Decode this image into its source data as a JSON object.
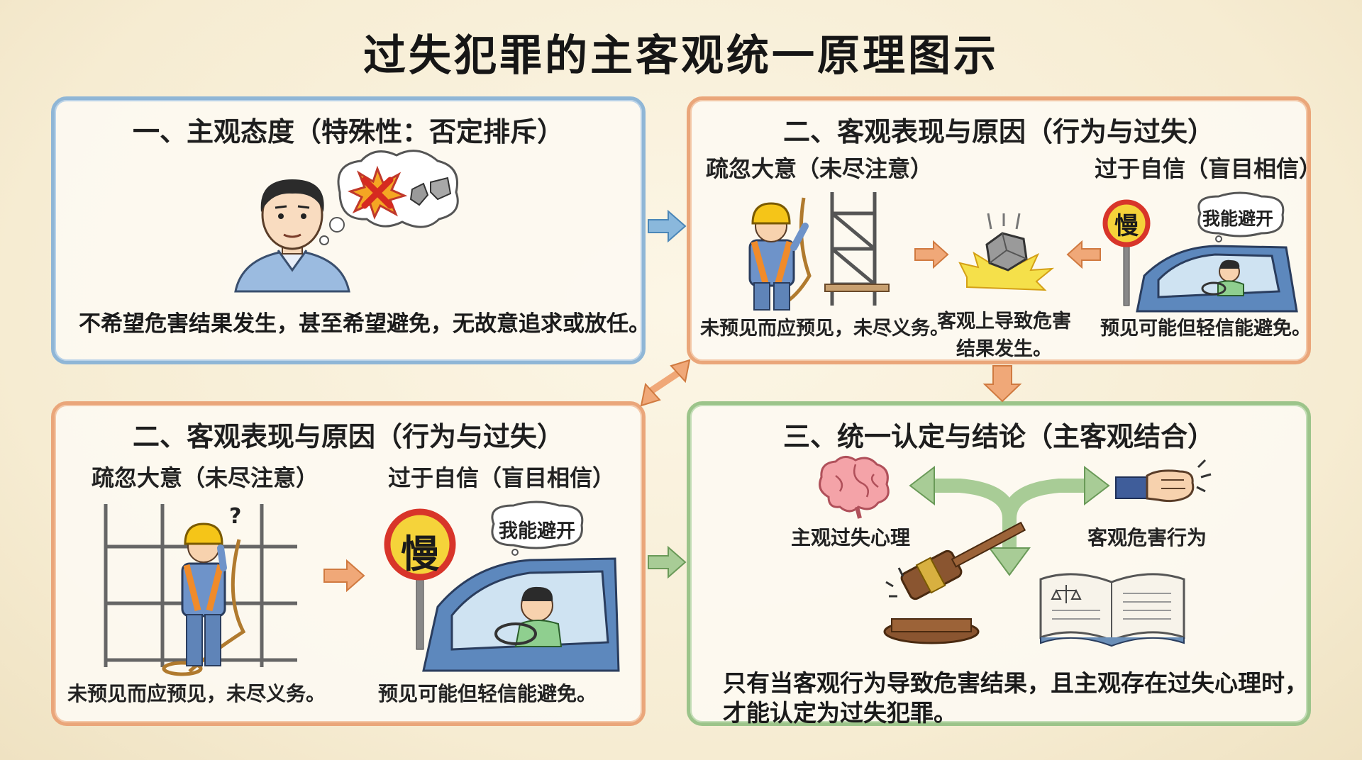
{
  "title": "过失犯罪的主客观统一原理图示",
  "panel1": {
    "heading": "一、主观态度（特殊性：否定排斥）",
    "caption": "不希望危害结果发生，甚至希望避免，无故意追求或放任。"
  },
  "panel2": {
    "heading": "二、客观表现与原因（行为与过失）",
    "left_label": "疏忽大意（未尽注意）",
    "right_label": "过于自信（盲目相信）",
    "left_caption": "未预见而应预见，未尽义务。",
    "center_caption_line1": "客观上导致危害",
    "center_caption_line2": "结果发生。",
    "right_caption": "预见可能但轻信能避免。",
    "sign_char": "慢",
    "speech": "我能避开"
  },
  "panel3": {
    "heading": "二、客观表现与原因（行为与过失）",
    "left_label": "疏忽大意（未尽注意）",
    "right_label": "过于自信（盲目相信）",
    "left_caption": "未预见而应预见，未尽义务。",
    "right_caption": "预见可能但轻信能避免。",
    "sign_char": "慢",
    "speech": "我能避开",
    "question_mark": "?"
  },
  "panel4": {
    "heading": "三、统一认定与结论（主客观结合）",
    "left_label": "主观过失心理",
    "right_label": "客观危害行为",
    "conclusion_line1": "只有当客观行为导致危害结果，且主观存在过失心理时，",
    "conclusion_line2": "才能认定为过失犯罪。"
  },
  "colors": {
    "blue_border": "#8fb6d6",
    "orange_border": "#eaa67a",
    "green_border": "#9cc48a",
    "arrow_orange": "#f0a878",
    "arrow_blue": "#8ab8dc",
    "arrow_green": "#a8cc96"
  },
  "icons": [
    "person-icon",
    "thought-bubble-icon",
    "explosion-icon",
    "broken-stone-icon",
    "worker-icon",
    "scaffold-icon",
    "falling-rock-icon",
    "slow-sign-icon",
    "car-driver-icon",
    "brain-icon",
    "fist-icon",
    "gavel-icon",
    "law-book-icon"
  ]
}
